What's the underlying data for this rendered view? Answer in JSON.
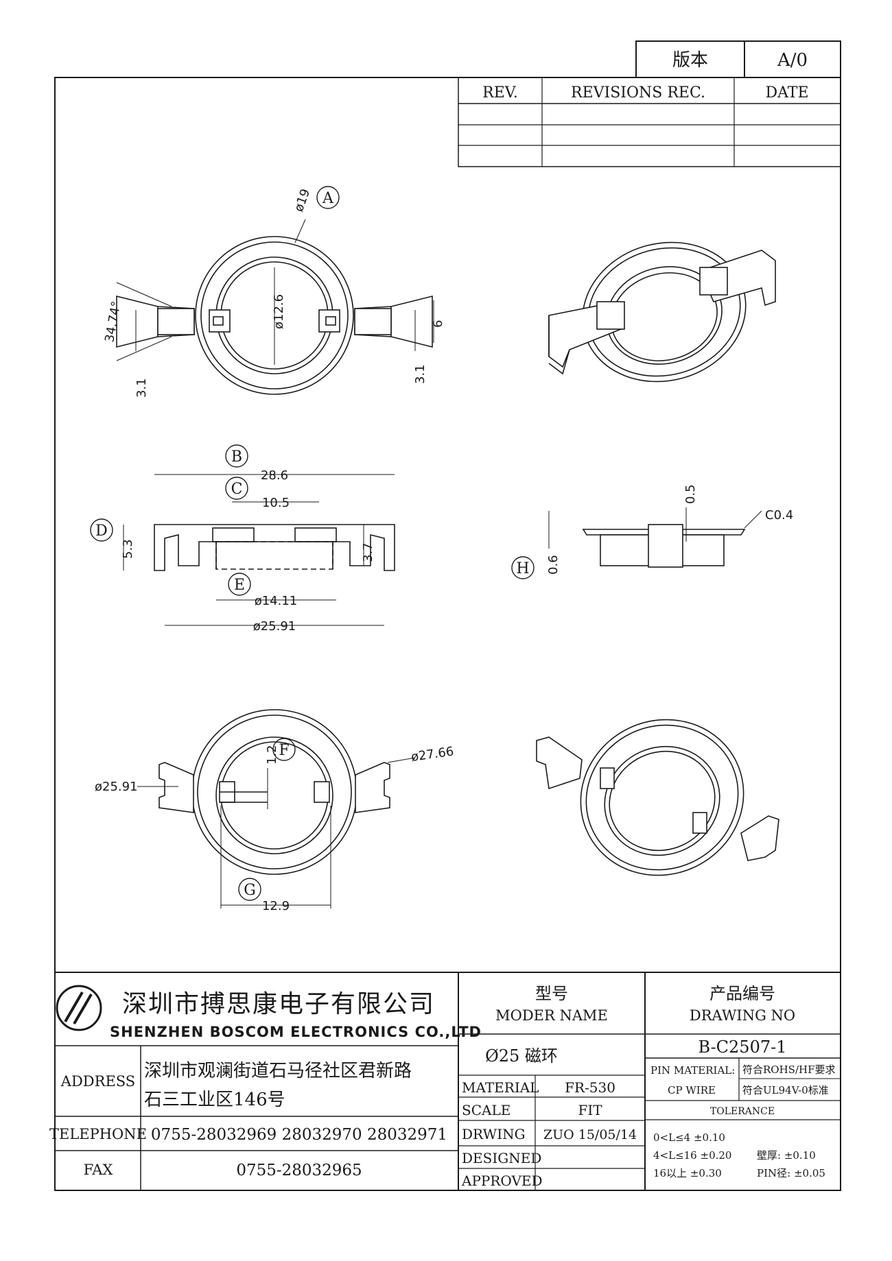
{
  "version_box": {
    "label": "版本",
    "value": "A/0"
  },
  "revisions": {
    "headers": {
      "rev": "REV.",
      "rec": "REVISIONS REC.",
      "date": "DATE"
    }
  },
  "views": {
    "top": {
      "callout": "A",
      "dims": {
        "outer_dia": "ø19",
        "inner_dia": "ø12.6",
        "angle": "34.74°",
        "left_w": "3.1",
        "right_w": "3.1",
        "slot_h": "6"
      }
    },
    "section": {
      "callouts": {
        "overall": "B",
        "inner": "C",
        "height": "D",
        "bottom": "E",
        "flange": "H"
      },
      "dims": {
        "overall_w": "28.6",
        "inner_w": "10.5",
        "total_h": "5.3",
        "body_h": "3.7",
        "bottom_dia": "ø14.11",
        "outer_dia": "ø25.91",
        "flange_t": "0.6",
        "gap": "0.5",
        "chamfer": "C0.4"
      }
    },
    "bottom": {
      "callouts": {
        "slot": "F",
        "width": "G"
      },
      "dims": {
        "left_dia": "ø25.91",
        "right_dia": "ø27.66",
        "slot_h": "1.2",
        "inner_w": "12.9"
      }
    }
  },
  "title_block": {
    "company_cn": "深圳市搏思康电子有限公司",
    "company_en": "SHENZHEN BOSCOM ELECTRONICS CO.,LTD",
    "model_label_cn": "型号",
    "model_label_en": "MODER NAME",
    "drawing_label_cn": "产品编号",
    "drawing_label_en": "DRAWING NO",
    "model_value": "Ø25 磁环",
    "drawing_no": "B-C2507-1",
    "address_label": "ADDRESS",
    "address_line1": "深圳市观澜街道石马径社区君新路",
    "address_line2": "石三工业区146号",
    "telephone_label": "TELEPHONE",
    "telephone": "0755-28032969 28032970 28032971",
    "fax_label": "FAX",
    "fax": "0755-28032965",
    "material_label": "MATERIAL",
    "material": "FR-530",
    "scale_label": "SCALE",
    "scale": "FIT",
    "drawing_label": "DRWING",
    "drawing": "ZUO 15/05/14",
    "designed_label": "DESIGNED",
    "approved_label": "APPROVED",
    "pin_material_label": "PIN MATERIAL:",
    "pin_material_value": "符合ROHS/HF要求",
    "cp_wire_label": "CP WIRE",
    "cp_wire_value": "符合UL94V-0标准",
    "tolerance_label": "TOLERANCE",
    "tol_row1": "0<L≤4  ±0.10",
    "tol_row2": "4<L≤16  ±0.20",
    "tol_row3": "16以上    ±0.30",
    "wall_tol": "壁厚:  ±0.10",
    "pin_tol": "PIN径: ±0.05"
  }
}
